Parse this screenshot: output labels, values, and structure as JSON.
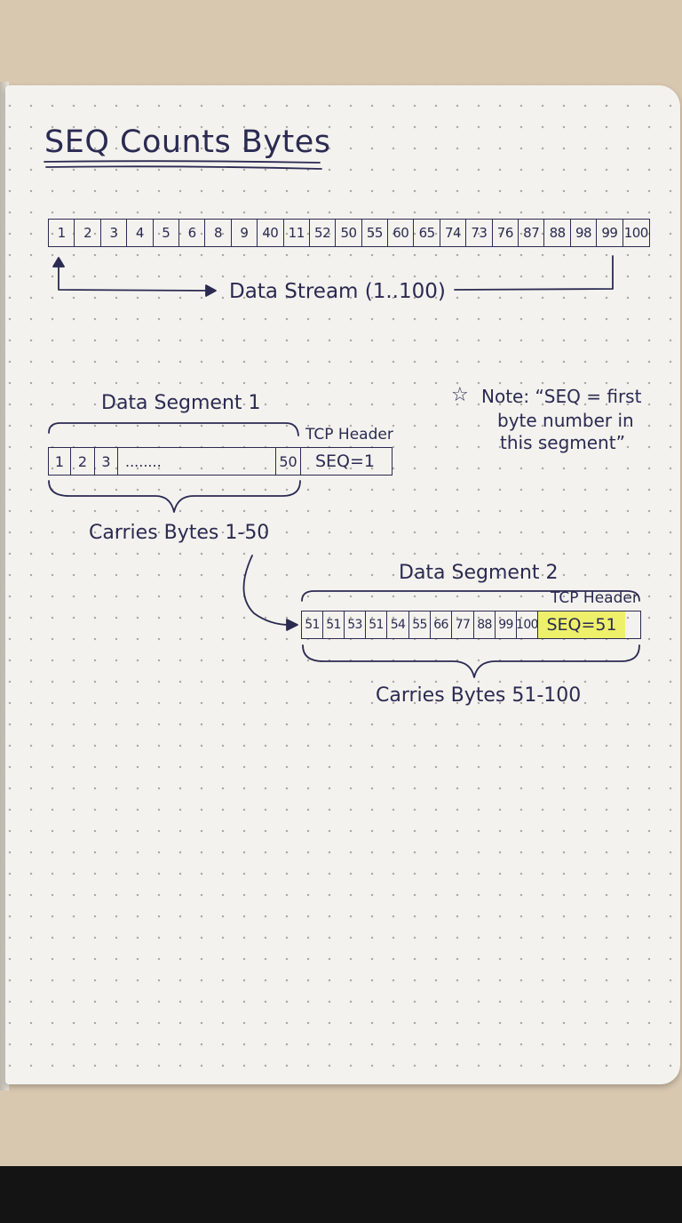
{
  "title": "SEQ Counts Bytes",
  "stream": {
    "bytes": [
      "1",
      "2",
      "3",
      "4",
      "5",
      "6",
      "8",
      "9",
      "40",
      "11",
      "52",
      "50",
      "55",
      "60",
      "65",
      "74",
      "73",
      "76",
      "87",
      "88",
      "98",
      "99",
      "100"
    ],
    "label": "Data Stream (1..100)"
  },
  "segment1": {
    "label": "Data Segment 1",
    "header_label": "TCP Header",
    "cells": [
      "1",
      "2",
      "3",
      "........",
      "50"
    ],
    "seq": "SEQ=1",
    "carries": "Carries Bytes 1-50"
  },
  "segment2": {
    "label": "Data Segment 2",
    "header_label": "TCP Header",
    "cells": [
      "51",
      "51",
      "53",
      "51",
      "54",
      "55",
      "66",
      "77",
      "88",
      "99",
      "100"
    ],
    "seq": "SEQ=51",
    "carries": "Carries Bytes 51-100"
  },
  "note": {
    "icon": "star-icon",
    "lines": [
      "Note: “SEQ = first",
      "byte number in",
      "this segment”"
    ]
  },
  "colors": {
    "ink": "#2b2a52",
    "highlight": "#eef06a",
    "paper": "#f3f2ee"
  }
}
